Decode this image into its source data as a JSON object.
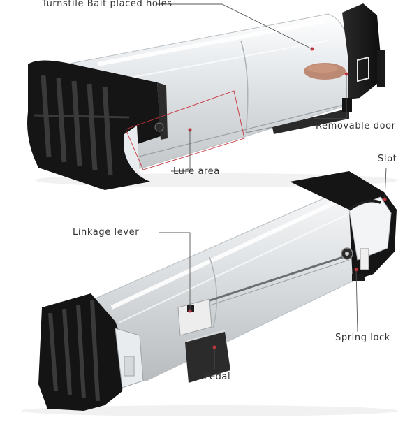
{
  "image": {
    "subject": "two humane mouse traps with labeled parts",
    "background_color": "#ffffff",
    "accent_color": "#c8323c",
    "trap_body_color": "#151515"
  },
  "labels": {
    "bait_holes": "Turnstile Bait placed holes",
    "removable_door": "Removable  door",
    "lure_area": "Lure area",
    "slot": "Slot",
    "linkage_lever": "Linkage lever",
    "spring_lock": "Spring lock",
    "pedal": "Pedal"
  }
}
